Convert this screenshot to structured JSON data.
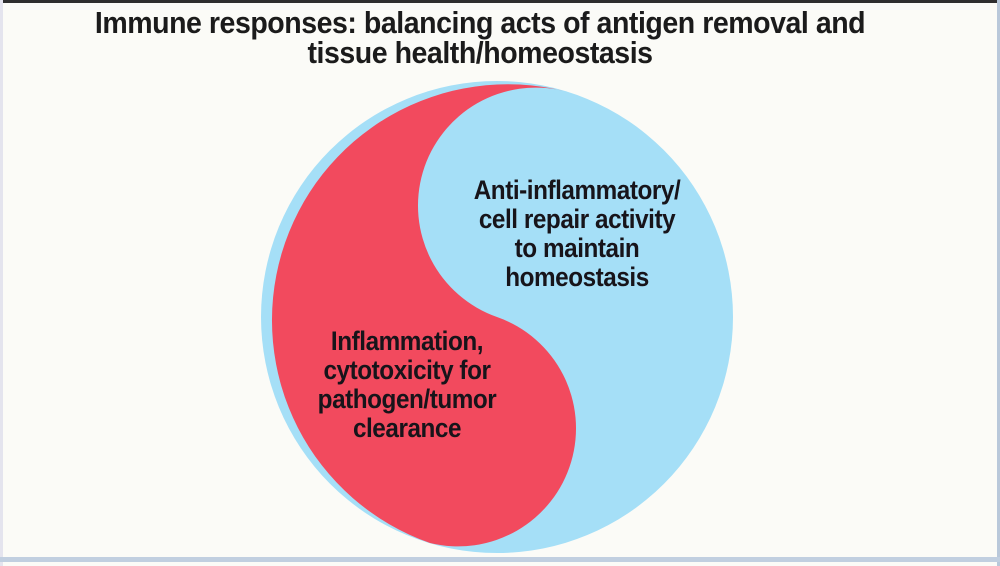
{
  "slide": {
    "title": "Immune responses: balancing acts of antigen removal and\ntissue health/homeostasis",
    "diagram": {
      "red_segment": {
        "label": "Inflammation,\ncytotoxicity for\npathogen/tumor\nclearance",
        "color": "#f24a5e"
      },
      "blue_segment": {
        "label": "Anti-inflammatory/\ncell repair activity\nto maintain\nhomeostasis",
        "color": "#a5dff7"
      }
    },
    "colors": {
      "background": "#fbfbf7",
      "text": "#17141a",
      "frame_top": "#2e2e2e",
      "frame_bottom": "#c1cfe0",
      "frame_right": "#b9c8da",
      "frame_left": "#e4e4ee"
    }
  }
}
